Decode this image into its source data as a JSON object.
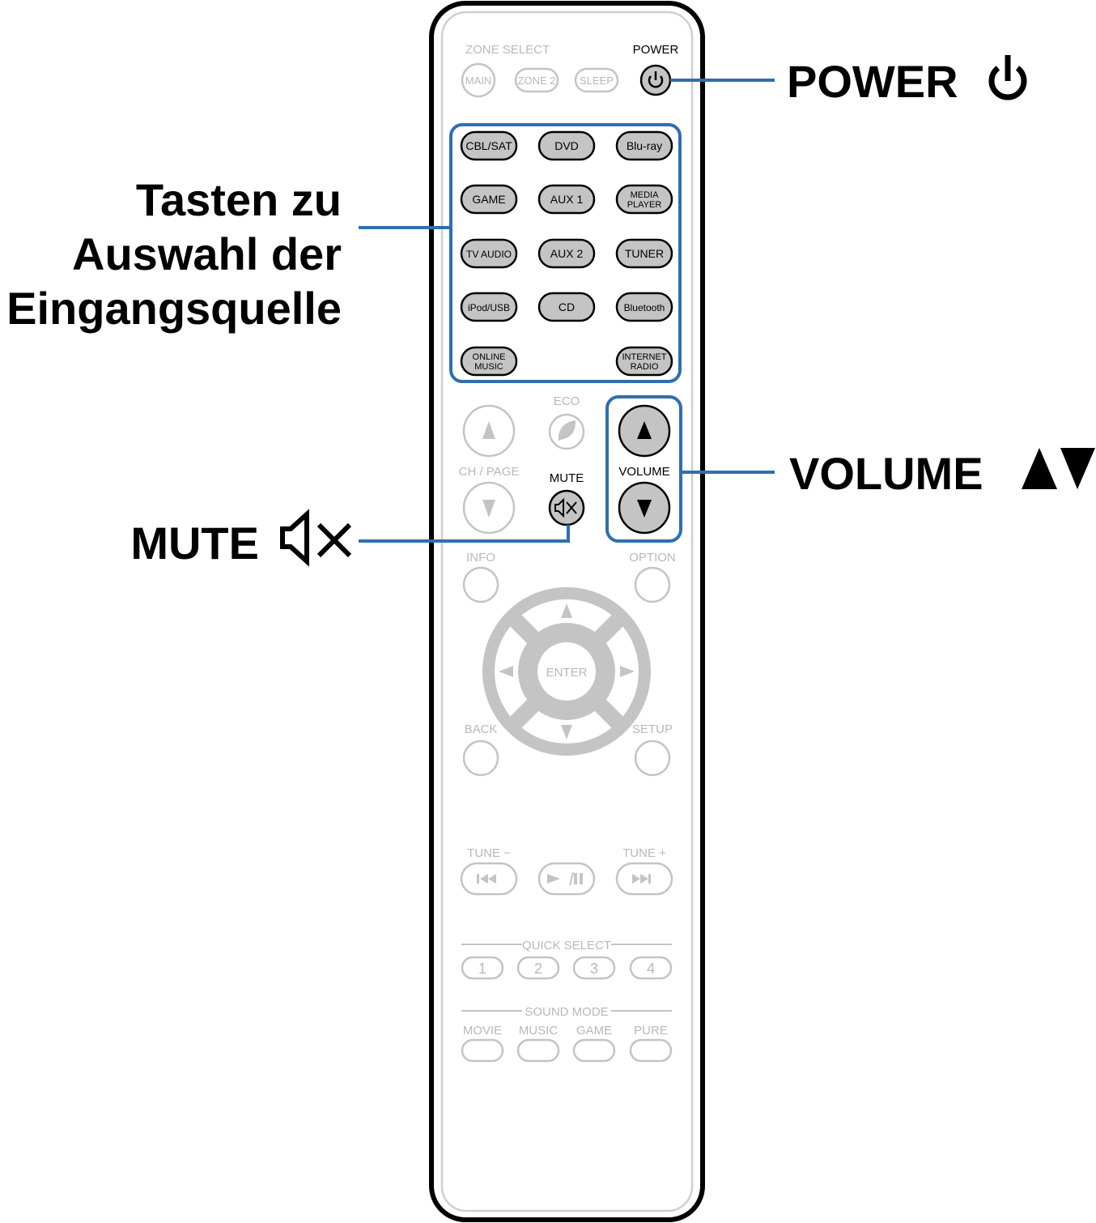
{
  "callouts": {
    "power": "POWER",
    "input_source_lines": [
      "Tasten zu",
      "Auswahl der",
      "Eingangsquelle"
    ],
    "volume": "VOLUME",
    "mute": "MUTE"
  },
  "remote": {
    "zone_select": "ZONE SELECT",
    "power": "POWER",
    "zone_buttons": [
      "MAIN",
      "ZONE 2",
      "SLEEP"
    ],
    "inputs": [
      [
        "CBL/SAT",
        "DVD",
        "Blu-ray"
      ],
      [
        "GAME",
        "AUX 1",
        "MEDIA|PLAYER"
      ],
      [
        "TV AUDIO",
        "AUX 2",
        "TUNER"
      ],
      [
        "iPod/USB",
        "CD",
        "Bluetooth"
      ]
    ],
    "online_music": [
      "ONLINE",
      "MUSIC"
    ],
    "internet_radio": [
      "INTERNET",
      "RADIO"
    ],
    "eco": "ECO",
    "ch_page": "CH / PAGE",
    "mute": "MUTE",
    "volume": "VOLUME",
    "info": "INFO",
    "option": "OPTION",
    "enter": "ENTER",
    "back": "BACK",
    "setup": "SETUP",
    "tune_minus": "TUNE −",
    "tune_plus": "TUNE +",
    "quick_select": "QUICK SELECT",
    "quick_buttons": [
      "1",
      "2",
      "3",
      "4"
    ],
    "sound_mode": "SOUND MODE",
    "sound_modes": [
      "MOVIE",
      "MUSIC",
      "GAME",
      "PURE"
    ]
  },
  "colors": {
    "accent": "#2e6fb0",
    "button_fill": "#c4c4c4",
    "inactive": "#b8b8b8"
  }
}
